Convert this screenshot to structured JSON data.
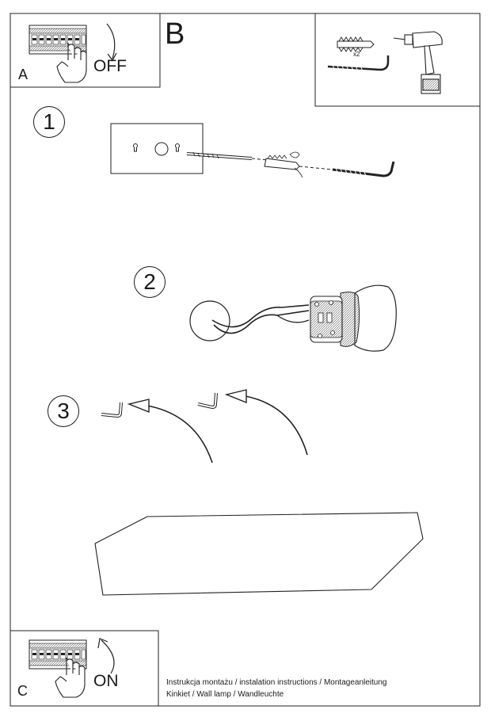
{
  "panels": {
    "a_label": "A",
    "b_label": "B",
    "c_label": "C",
    "off_text": "OFF",
    "on_text": "ON",
    "qty_text": "x2"
  },
  "steps": [
    "1",
    "2",
    "3"
  ],
  "footer": {
    "line1": "Instrukcja montażu / instalation instructions / Montageanleitung",
    "line2": "Kinkiet / Wall lamp / Wandleuchte"
  }
}
